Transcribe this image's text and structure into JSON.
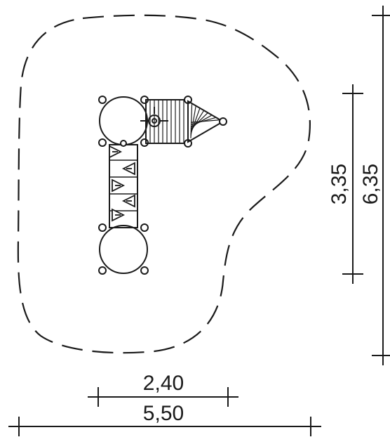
{
  "dimensions": {
    "bottom_inner": "2,40",
    "bottom_outer": "5,50",
    "right_inner": "3,35",
    "right_outer": "6,35"
  },
  "colors": {
    "ink": "#1a1a1a",
    "background": "#ffffff"
  }
}
